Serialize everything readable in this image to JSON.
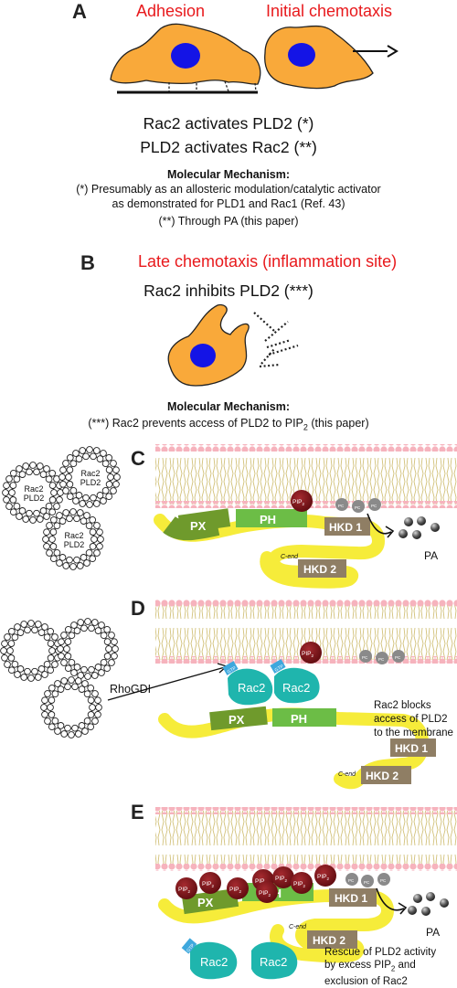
{
  "panel_a": {
    "letter": "A",
    "adhesion": "Adhesion",
    "initial_chemotaxis": "Initial chemotaxis",
    "line1": "Rac2 activates PLD2 (*)",
    "line2": "PLD2 activates Rac2 (**)",
    "mechanism_title": "Molecular Mechanism:",
    "mech1": "(*) Presumably as an allosteric modulation/catalytic activator",
    "mech2": "as demonstrated for PLD1 and Rac1 (Ref. 43)",
    "mech3": "(**) Through PA (this paper)"
  },
  "panel_b": {
    "letter": "B",
    "title": "Late chemotaxis (inflammation site)",
    "line1": "Rac2 inhibits PLD2 (***)",
    "mechanism_title": "Molecular Mechanism:",
    "mech1": "(***) Rac2 prevents access of PLD2 to PIP",
    "mech1_sub": "2",
    "mech1_end": " (this paper)"
  },
  "panel_c": {
    "letter": "C",
    "vesicle1_top": "Rac2",
    "vesicle1_bottom": "PLD2",
    "vesicle2_top": "Rac2",
    "vesicle2_bottom": "PLD2",
    "vesicle3_top": "Rac2",
    "vesicle3_bottom": "PLD2",
    "px": "PX",
    "ph": "PH",
    "hkd1": "HKD 1",
    "hkd2": "HKD 2",
    "cend": "C-end",
    "pip": "PIP",
    "pip_sub": "2",
    "pc": "PC",
    "pa": "PA"
  },
  "panel_d": {
    "letter": "D",
    "rhogdi": "RhoGDI",
    "rac2a": "Rac2",
    "rac2b": "Rac2",
    "gtp": "GTP",
    "px": "PX",
    "ph": "PH",
    "hkd1": "HKD 1",
    "hkd2": "HKD 2",
    "cend": "C-end",
    "pip": "PIP",
    "pip_sub": "2",
    "pc": "PC",
    "note1": "Rac2 blocks",
    "note2": "access of PLD2",
    "note3": "to the membrane"
  },
  "panel_e": {
    "letter": "E",
    "px": "PX",
    "ph": "PH",
    "hkd1": "HKD 1",
    "hkd2": "HKD 2",
    "cend": "C-end",
    "pip": "PIP",
    "pip_sub": "2",
    "pc": "PC",
    "pa": "PA",
    "rac2a": "Rac2",
    "rac2b": "Rac2",
    "gtp": "GTP",
    "note1": "Rescue of PLD2 activity",
    "note2": "by excess PIP",
    "note2_sub": "2",
    "note2_end": " and",
    "note3": "exclusion of Rac2"
  },
  "colors": {
    "red_title": "#e8191c",
    "cell_fill": "#f9a93a",
    "nucleus": "#1414e6",
    "px_green": "#6f9a2c",
    "ph_green": "#6cbd46",
    "hkd_brown": "#8f7e64",
    "tail_yellow": "#f6ec3a",
    "rac2_teal": "#1fb5ad",
    "gtp_blue": "#3ea8dd",
    "pip_red": "#7a1418",
    "pc_gray": "#8a8a8a",
    "lipid_head": "#f6b3bd"
  }
}
